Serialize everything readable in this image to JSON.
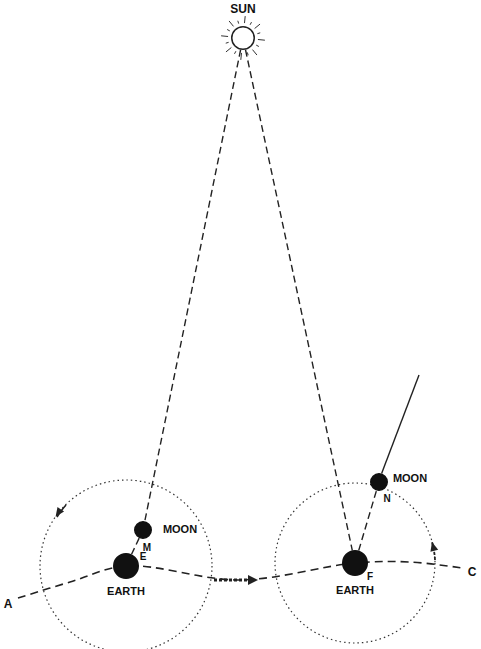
{
  "diagram": {
    "nodes": [
      {
        "text": [
          "SUN"
        ]
      },
      {
        "text": [
          "MOON",
          "M"
        ]
      },
      {
        "text": [
          "E",
          "EARTH"
        ]
      },
      {
        "text": [
          "MOON",
          "N"
        ]
      },
      {
        "text": [
          "F",
          "EARTH"
        ]
      }
    ],
    "edges": [
      {
        "from": 0,
        "to": 1,
        "arrow": "none"
      },
      {
        "from": 1,
        "to": 2,
        "arrow": "none"
      },
      {
        "from": 0,
        "to": 4,
        "arrow": "none"
      },
      {
        "from": 4,
        "to": 3,
        "arrow": "none"
      }
    ],
    "labels": [
      "A",
      "C"
    ]
  }
}
